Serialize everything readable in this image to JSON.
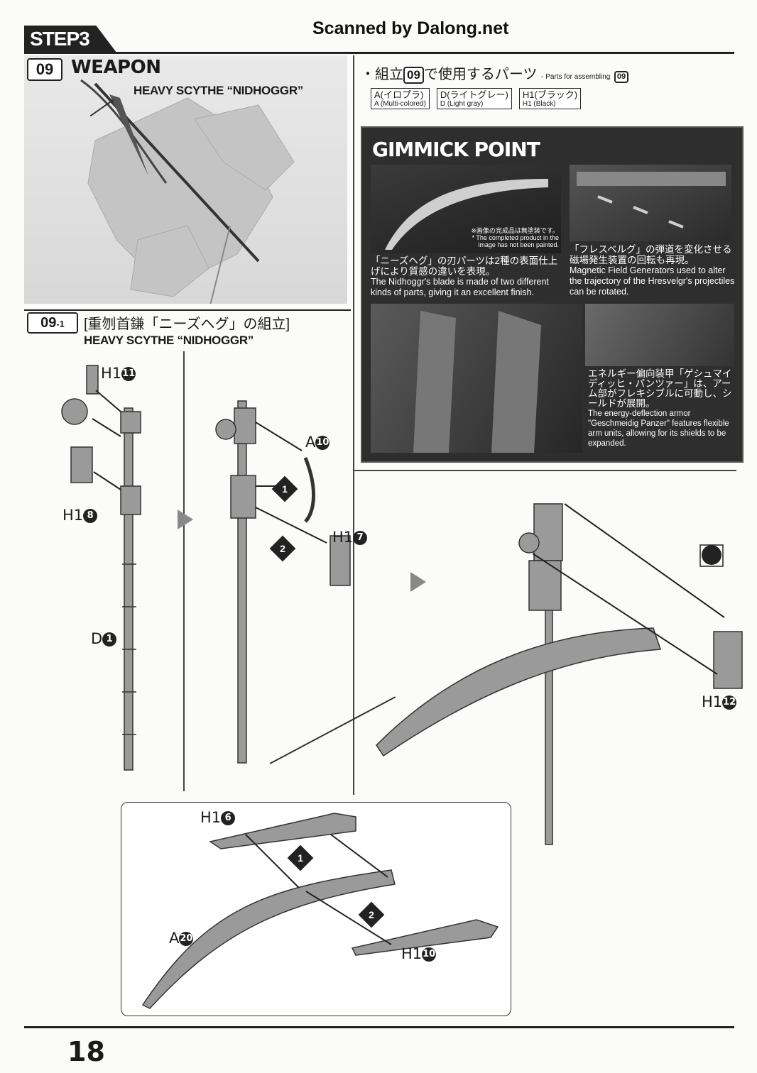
{
  "header": {
    "step_tab": "STEP3",
    "watermark": "Scanned by Dalong.net"
  },
  "section09": {
    "number": "09",
    "title": "WEAPON",
    "weapon_label": "HEAVY SCYTHE “NIDHOGGR”"
  },
  "parts": {
    "title_jp_pre": "・組立",
    "title_num": "09",
    "title_jp_post": "で使用するパーツ",
    "title_en": "- Parts for assembling",
    "chips": [
      {
        "jp": "A(イロプラ)",
        "en": "A (Multi-colored)"
      },
      {
        "jp": "D(ライトグレー)",
        "en": "D (Light gray)"
      },
      {
        "jp": "H1(ブラック)",
        "en": "H1 (Black)"
      }
    ]
  },
  "gimmick": {
    "title": "GIMMICK POINT",
    "note1_jp": "※画像の完成品は無塗装です。",
    "note1_en": "* The completed product in the image has not been painted.",
    "cap1_jp": "「ニーズヘグ」の刃パーツは2種の表面仕上げにより質感の違いを表現。",
    "cap1_en": "The Nidhoggr's blade is made of two different kinds of parts, giving it an excellent finish.",
    "cap2_jp": "「フレスベルグ」の弾道を変化させる磁場発生装置の回転も再現。",
    "cap2_en": "Magnetic Field Generators used to alter the trajectory of the Hresvelgr's projectiles can be rotated.",
    "cap3_jp": "エネルギー偏向装甲「ゲシュマイディッヒ・パンツァー」は、アーム部がフレキシブルに可動し、シールドが展開。",
    "cap3_en": "The energy-deflection armor \"Geschmeidig Panzer\" features flexible arm units, allowing for its shields to be expanded."
  },
  "step091": {
    "number": "09",
    "sub": "-1",
    "title_jp": "[重刎首鎌「ニーズヘグ」の組立]",
    "title_en": "HEAVY SCYTHE “NIDHOGGR”"
  },
  "part_labels": {
    "h1_11": "H1",
    "h1_8": "H1",
    "d1": "D",
    "a10": "A",
    "h1_7": "H1",
    "h1_12": "H1",
    "h1_6": "H1",
    "a20": "A",
    "h1_10": "H1"
  },
  "part_nums": {
    "h1_11": "11",
    "h1_8": "8",
    "d1": "1",
    "a10": "10",
    "h1_7": "7",
    "h1_12": "12",
    "h1_6": "6",
    "a20": "20",
    "h1_10": "10"
  },
  "steps": {
    "one": "1",
    "two": "2"
  },
  "footer": {
    "page_number": "18"
  }
}
